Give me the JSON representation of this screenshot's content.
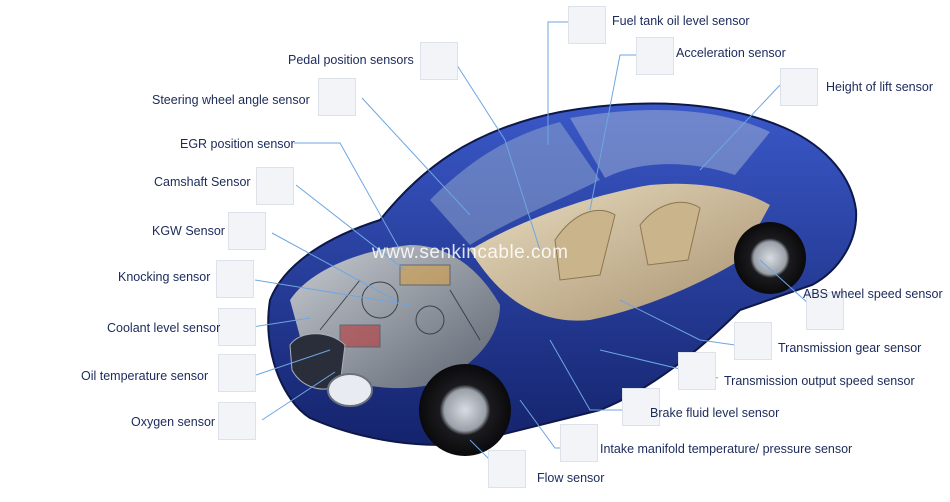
{
  "watermark": "www.senkincable.com",
  "colors": {
    "car_body": "#1c2f86",
    "car_body_highlight": "#3a58c8",
    "leader_line": "#6ea6e0",
    "label_text": "#1a2a5a"
  },
  "labels": {
    "fuel_tank": "Fuel tank oil level sensor",
    "acceleration": "Acceleration sensor",
    "height_of_lift": "Height of lift sensor",
    "pedal_position": "Pedal position sensors",
    "steering_wheel": "Steering wheel angle sensor",
    "egr_position": "EGR position sensor",
    "camshaft": "Camshaft Sensor",
    "kgw": "KGW Sensor",
    "knocking": "Knocking sensor",
    "coolant_level": "Coolant level sensor",
    "oil_temperature": "Oil temperature sensor",
    "oxygen": "Oxygen sensor",
    "abs_wheel_speed": "ABS wheel speed sensor",
    "transmission_gear": "Transmission gear sensor",
    "transmission_output_speed": "Transmission output speed sensor",
    "brake_fluid_level": "Brake fluid level sensor",
    "intake_manifold": "Intake manifold temperature/ pressure sensor",
    "flow": "Flow sensor"
  },
  "icons": [
    "fuel-tank-sensor-icon",
    "acceleration-sensor-icon",
    "height-of-lift-sensor-icon",
    "pedal-position-sensor-icon",
    "steering-wheel-sensor-icon",
    "camshaft-sensor-icon",
    "kgw-sensor-icon",
    "knocking-sensor-icon",
    "coolant-level-sensor-icon",
    "oil-temperature-sensor-icon",
    "oxygen-sensor-icon",
    "abs-wheel-speed-sensor-icon",
    "transmission-gear-sensor-icon",
    "transmission-output-sensor-icon",
    "brake-fluid-sensor-icon",
    "intake-manifold-sensor-icon",
    "flow-sensor-icon"
  ]
}
